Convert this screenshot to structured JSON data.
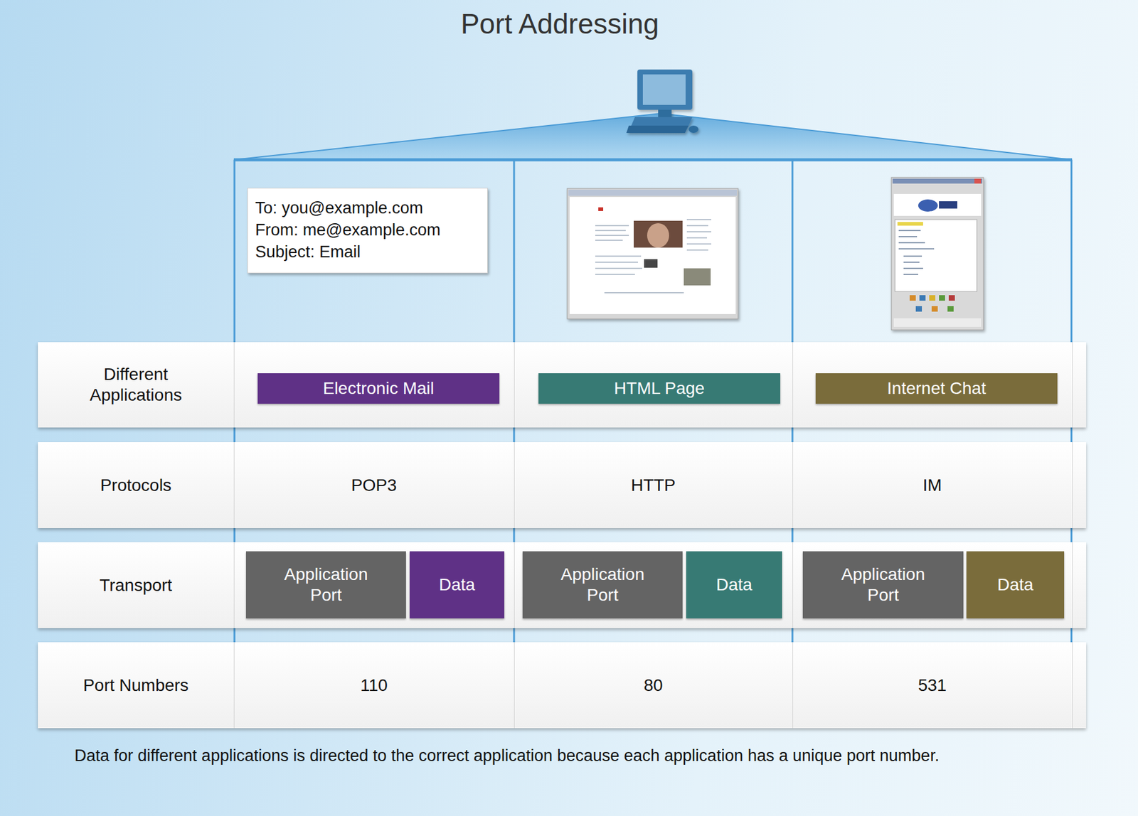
{
  "diagram": {
    "title": "Port Addressing",
    "caption": "Data for different applications is directed to the correct application because each application has a unique port number.",
    "nodes": [
      {
        "text": [
          "To: you@example.com",
          "From: me@example.com",
          "Subject: Email"
        ]
      },
      {
        "text": [
          "Different Applications"
        ]
      },
      {
        "text": [
          "Electronic Mail"
        ],
        "in": 1
      },
      {
        "text": [
          "HTML Page"
        ],
        "in": 1
      },
      {
        "text": [
          "Internet Chat"
        ],
        "in": 1
      },
      {
        "text": [
          "Protocols",
          "POP3",
          "HTTP",
          "IM"
        ]
      },
      {
        "text": [
          "Transport"
        ]
      },
      {
        "text": [
          "Application Port"
        ],
        "in": 6
      },
      {
        "text": [
          "Data"
        ],
        "in": 6
      },
      {
        "text": [
          "Application Port"
        ],
        "in": 6
      },
      {
        "text": [
          "Data"
        ],
        "in": 6
      },
      {
        "text": [
          "Application Port"
        ],
        "in": 6
      },
      {
        "text": [
          "Data"
        ],
        "in": 6
      },
      {
        "text": [
          "Port Numbers",
          "110",
          "80",
          "531"
        ]
      }
    ]
  }
}
